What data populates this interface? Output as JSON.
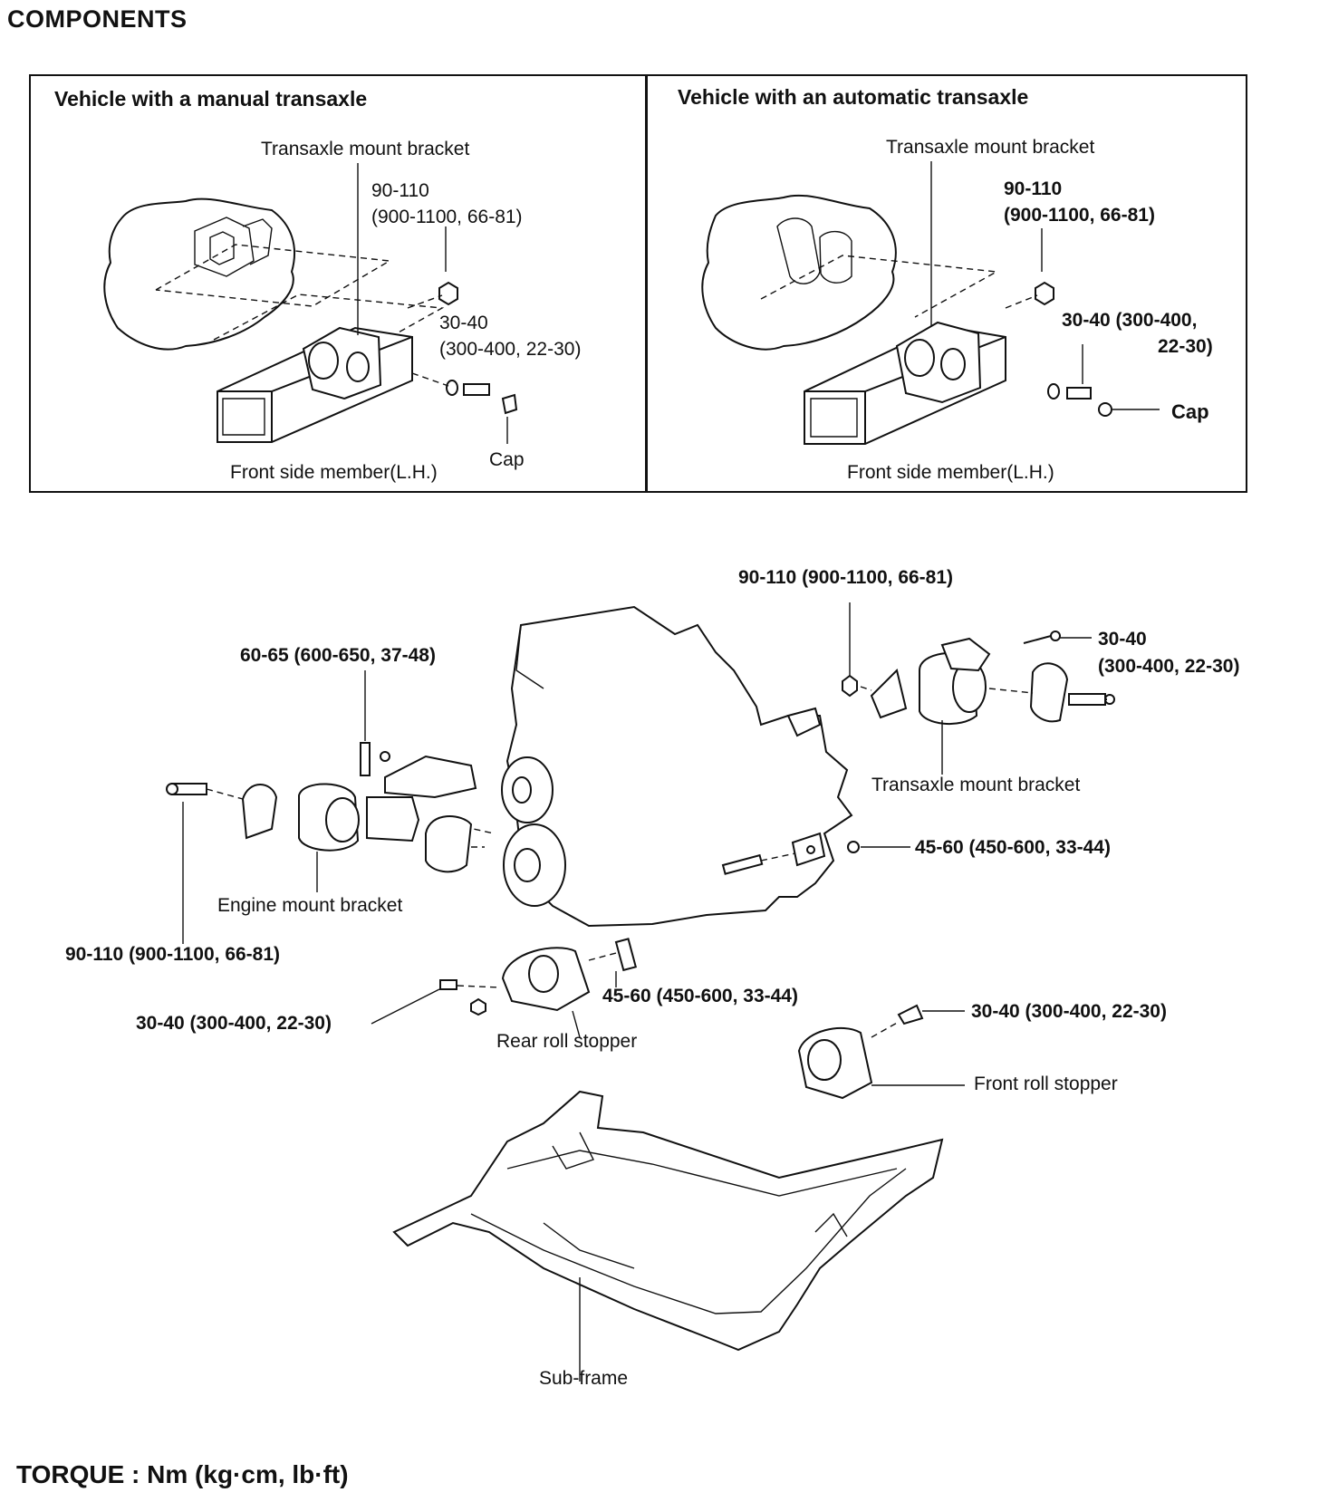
{
  "title": "COMPONENTS",
  "torque_note": "TORQUE : Nm (kg·cm, lb·ft)",
  "manual_panel": {
    "title": "Vehicle with a manual transaxle",
    "bracket_label": "Transaxle mount bracket",
    "nut_torque_line1": "90-110",
    "nut_torque_line2": "(900-1100, 66-81)",
    "bolt_torque_line1": "30-40",
    "bolt_torque_line2": "(300-400, 22-30)",
    "member_label": "Front side member(L.H.)",
    "cap_label": "Cap"
  },
  "auto_panel": {
    "title": "Vehicle with an automatic transaxle",
    "bracket_label": "Transaxle mount bracket",
    "nut_torque_line1": "90-110",
    "nut_torque_line2": "(900-1100, 66-81)",
    "bolt_torque_line1": "30-40 (300-400,",
    "bolt_torque_line2": "22-30)",
    "member_label": "Front side member(L.H.)",
    "cap_label": "Cap"
  },
  "main": {
    "transaxle_nut_torque": "90-110 (900-1100, 66-81)",
    "transaxle_bolt_torque_line1": "30-40",
    "transaxle_bolt_torque_line2": "(300-400, 22-30)",
    "transaxle_bracket_label": "Transaxle mount bracket",
    "engine_bolt_torque": "60-65 (600-650, 37-48)",
    "engine_bracket_label": "Engine mount bracket",
    "engine_through_bolt_torque": "90-110 (900-1100, 66-81)",
    "front_bracket_nut_torque": "45-60 (450-600, 33-44)",
    "rear_roll_bolt_torque": "45-60 (450-600, 33-44)",
    "rear_roll_side_torque": "30-40 (300-400, 22-30)",
    "rear_roll_label": "Rear roll stopper",
    "front_roll_torque": "30-40 (300-400, 22-30)",
    "front_roll_label": "Front roll stopper",
    "subframe_label": "Sub-frame"
  }
}
